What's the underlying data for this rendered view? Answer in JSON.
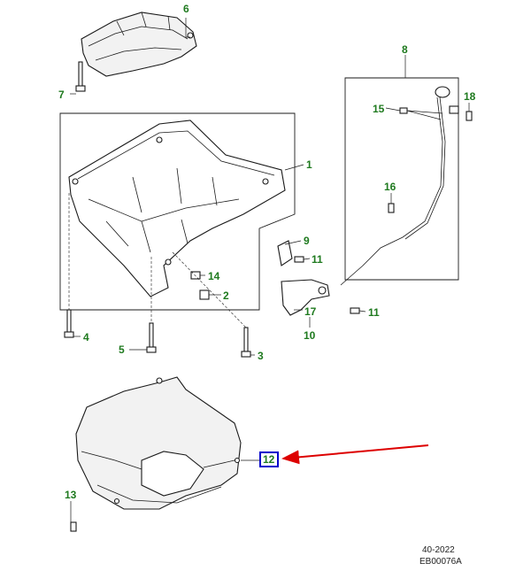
{
  "callouts": {
    "c1": "1",
    "c2": "2",
    "c3": "3",
    "c4": "4",
    "c5": "5",
    "c6": "6",
    "c7": "7",
    "c8": "8",
    "c9": "9",
    "c10": "10",
    "c11a": "11",
    "c11b": "11",
    "c12": "12",
    "c13": "13",
    "c14": "14",
    "c15": "15",
    "c16": "16",
    "c17": "17",
    "c18": "18"
  },
  "footer": {
    "date": "40-2022",
    "code": "EB00076A"
  },
  "colors": {
    "callout": "#1f7a1f",
    "highlight_box": "#0000cc",
    "arrow": "#dd0000",
    "line": "#1a1a1a"
  }
}
